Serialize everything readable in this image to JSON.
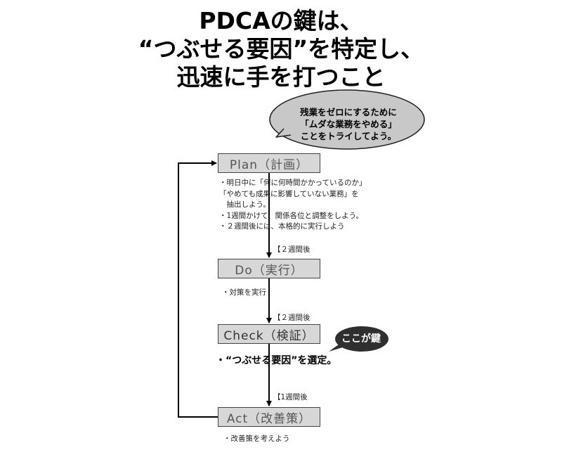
{
  "title": {
    "line1": "PDCAの鍵は、",
    "line2": "“つぶせる要因”を特定し、",
    "line3": "迅速に手を打つこと"
  },
  "speech_bubble": {
    "line1": "残業をゼロにするために",
    "line2": "「ムダな業務をやめる」",
    "line3": "ことをトライしてよう。"
  },
  "key_bubble": {
    "text": "ここが鍵"
  },
  "steps": {
    "plan": {
      "label": "Plan（計画）",
      "notes": [
        "・明日中に「何に何時間かかっているのか」",
        "「やめても成果に影響していない業務」を",
        "　抽出しよう。",
        "・1週間かけて、関係各位と調整をしよう。",
        "・２週間後には、本格的に実行しよう"
      ]
    },
    "do": {
      "label": "Do（実行）",
      "note": "・対策を実行"
    },
    "check": {
      "label": "Check（検証）",
      "note": "・“つぶせる要因”を選定。"
    },
    "act": {
      "label": "Act（改善策）",
      "note": "・改善策を考えよう"
    }
  },
  "intervals": {
    "plan_to_do": "【２週間後",
    "do_to_check": "【２週間後",
    "check_to_act": "【1週間後"
  },
  "colors": {
    "box_fill": "#d7d7d7",
    "speech_fill": "#c8c8c8",
    "key_fill": "#2f2f2f"
  }
}
